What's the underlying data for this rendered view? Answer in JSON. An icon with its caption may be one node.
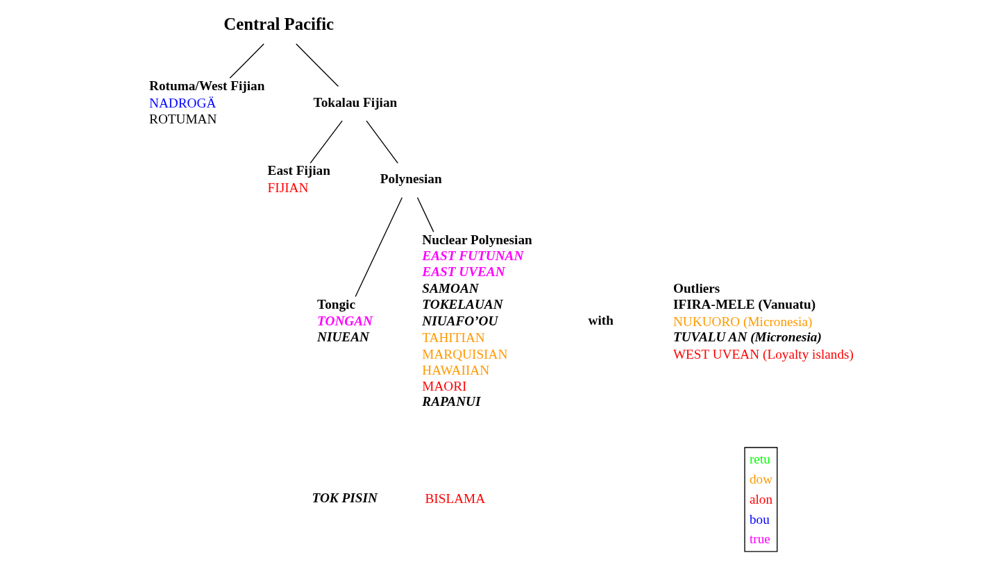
{
  "diagram": {
    "nodes": [
      {
        "text": [
          "Central Pacific"
        ]
      },
      {
        "text": [
          "Rotuma/West Fijian",
          "NADROGÄ",
          "ROTUMAN"
        ]
      },
      {
        "text": [
          "Tokalau Fijian"
        ]
      },
      {
        "text": [
          "East Fijian",
          "FIJIAN"
        ]
      },
      {
        "text": [
          "Polynesian"
        ]
      },
      {
        "text": [
          "Tongic",
          "TONGAN",
          "NIUEAN"
        ]
      },
      {
        "text": [
          "Nuclear Polynesian",
          "EAST FUTUNAN",
          "EAST UVEAN",
          "SAMOAN",
          "TOKELAUAN",
          "NIUAFO’OU",
          "TAHITIAN",
          "MARQUISIAN",
          "HAWAIIAN",
          "MAORI",
          "RAPANUI"
        ]
      },
      {
        "text": [
          "Outliers",
          "IFIRA-MELE (Vanuatu)",
          "NUKUORO (Micronesia)",
          "TUVALU AN (Micronesia)",
          "WEST UVEAN (Loyalty islands)"
        ]
      }
    ],
    "edges": [
      {
        "from": 0,
        "to": 1,
        "arrow": "none"
      },
      {
        "from": 0,
        "to": 2,
        "arrow": "none"
      },
      {
        "from": 2,
        "to": 3,
        "arrow": "none"
      },
      {
        "from": 2,
        "to": 4,
        "arrow": "none"
      },
      {
        "from": 4,
        "to": 5,
        "arrow": "none"
      },
      {
        "from": 4,
        "to": 6,
        "arrow": "none"
      }
    ],
    "labels": [
      "with",
      "TOK PISIN",
      "BISLAMA"
    ],
    "legend": [
      {
        "text": "retu",
        "color": "#00ff00"
      },
      {
        "text": "dow",
        "color": "#ff9900"
      },
      {
        "text": "alon",
        "color": "#ff0000"
      },
      {
        "text": "bou",
        "color": "#0000ff"
      },
      {
        "text": "true",
        "color": "#ff00ff"
      }
    ]
  }
}
